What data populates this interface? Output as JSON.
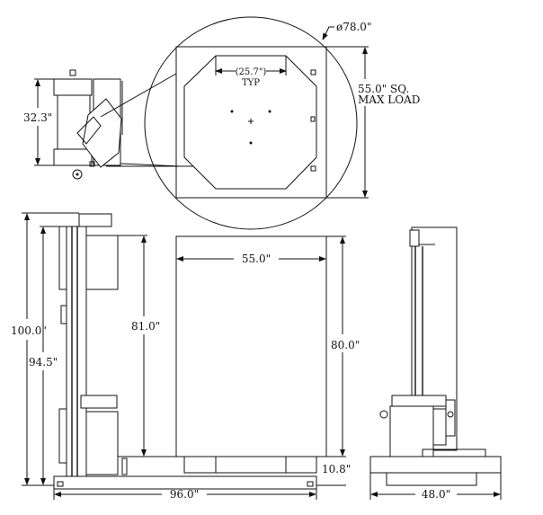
{
  "drawing": {
    "top_view": {
      "turntable_diameter": "ø78.0\"",
      "load_square": "55.0\" SQ.",
      "max_load_label": "MAX LOAD",
      "octagon_side": "(25.7\")",
      "octagon_side_note": "TYP",
      "machine_depth": "32.3\""
    },
    "front_view": {
      "overall_height": "100.0\"",
      "mast_height": "94.5\"",
      "wrap_height": "81.0\"",
      "load_width": "55.0\"",
      "load_height": "80.0\"",
      "turntable_height": "10.8\"",
      "overall_length": "96.0\""
    },
    "side_view": {
      "overall_width": "48.0\""
    }
  }
}
